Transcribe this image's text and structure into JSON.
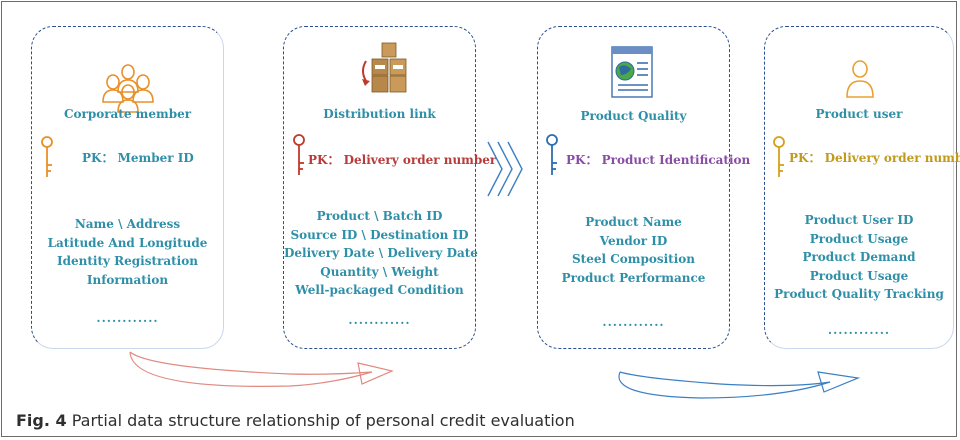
{
  "entities": [
    {
      "title": "Corporate member",
      "pk": "PK： Member ID",
      "fields": [
        "Name \\ Address",
        "Latitude And Longitude",
        "Identity Registration",
        "Information"
      ],
      "ellipsis": "............",
      "icon": "people-group-icon",
      "color": "#2e8fa8"
    },
    {
      "title": "Distribution link",
      "pk": "PK： Delivery order number",
      "fields": [
        "Product \\ Batch ID",
        "Source ID  \\ Destination ID",
        "Delivery Date \\ Delivery Date",
        "Quantity \\  Weight",
        "Well-packaged Condition"
      ],
      "ellipsis": "............",
      "icon": "shipping-boxes-icon",
      "color": "#2e8fa8",
      "pk_color": "#b83a3a"
    },
    {
      "title": "Product Quality",
      "pk": "PK： Product Identification",
      "fields": [
        "Product Name",
        "Vendor ID",
        "Steel Composition",
        "Product Performance"
      ],
      "ellipsis": "............",
      "icon": "document-globe-icon",
      "color": "#2e8fa8",
      "pk_color": "#8a4da6"
    },
    {
      "title": "Product user",
      "pk": "PK： Delivery order number",
      "fields": [
        "Product User ID",
        "Product Usage",
        "Product Demand",
        "Product Usage",
        "Product Quality Tracking"
      ],
      "ellipsis": "............",
      "icon": "person-outline-icon",
      "color": "#2e8fa8",
      "pk_color": "#c29a1b"
    }
  ],
  "caption": {
    "label": "Fig. 4",
    "text": " Partial data structure relationship of personal credit evaluation"
  },
  "colors": {
    "border": "#2a4f8f",
    "key_orange": "#e8902a",
    "key_red": "#c0392b",
    "key_blue": "#2a6fb0",
    "key_gold": "#d4a018",
    "arrow_red": "#e08a80",
    "arrow_blue": "#3b7fc4",
    "chevron": "#3b7fc4"
  }
}
